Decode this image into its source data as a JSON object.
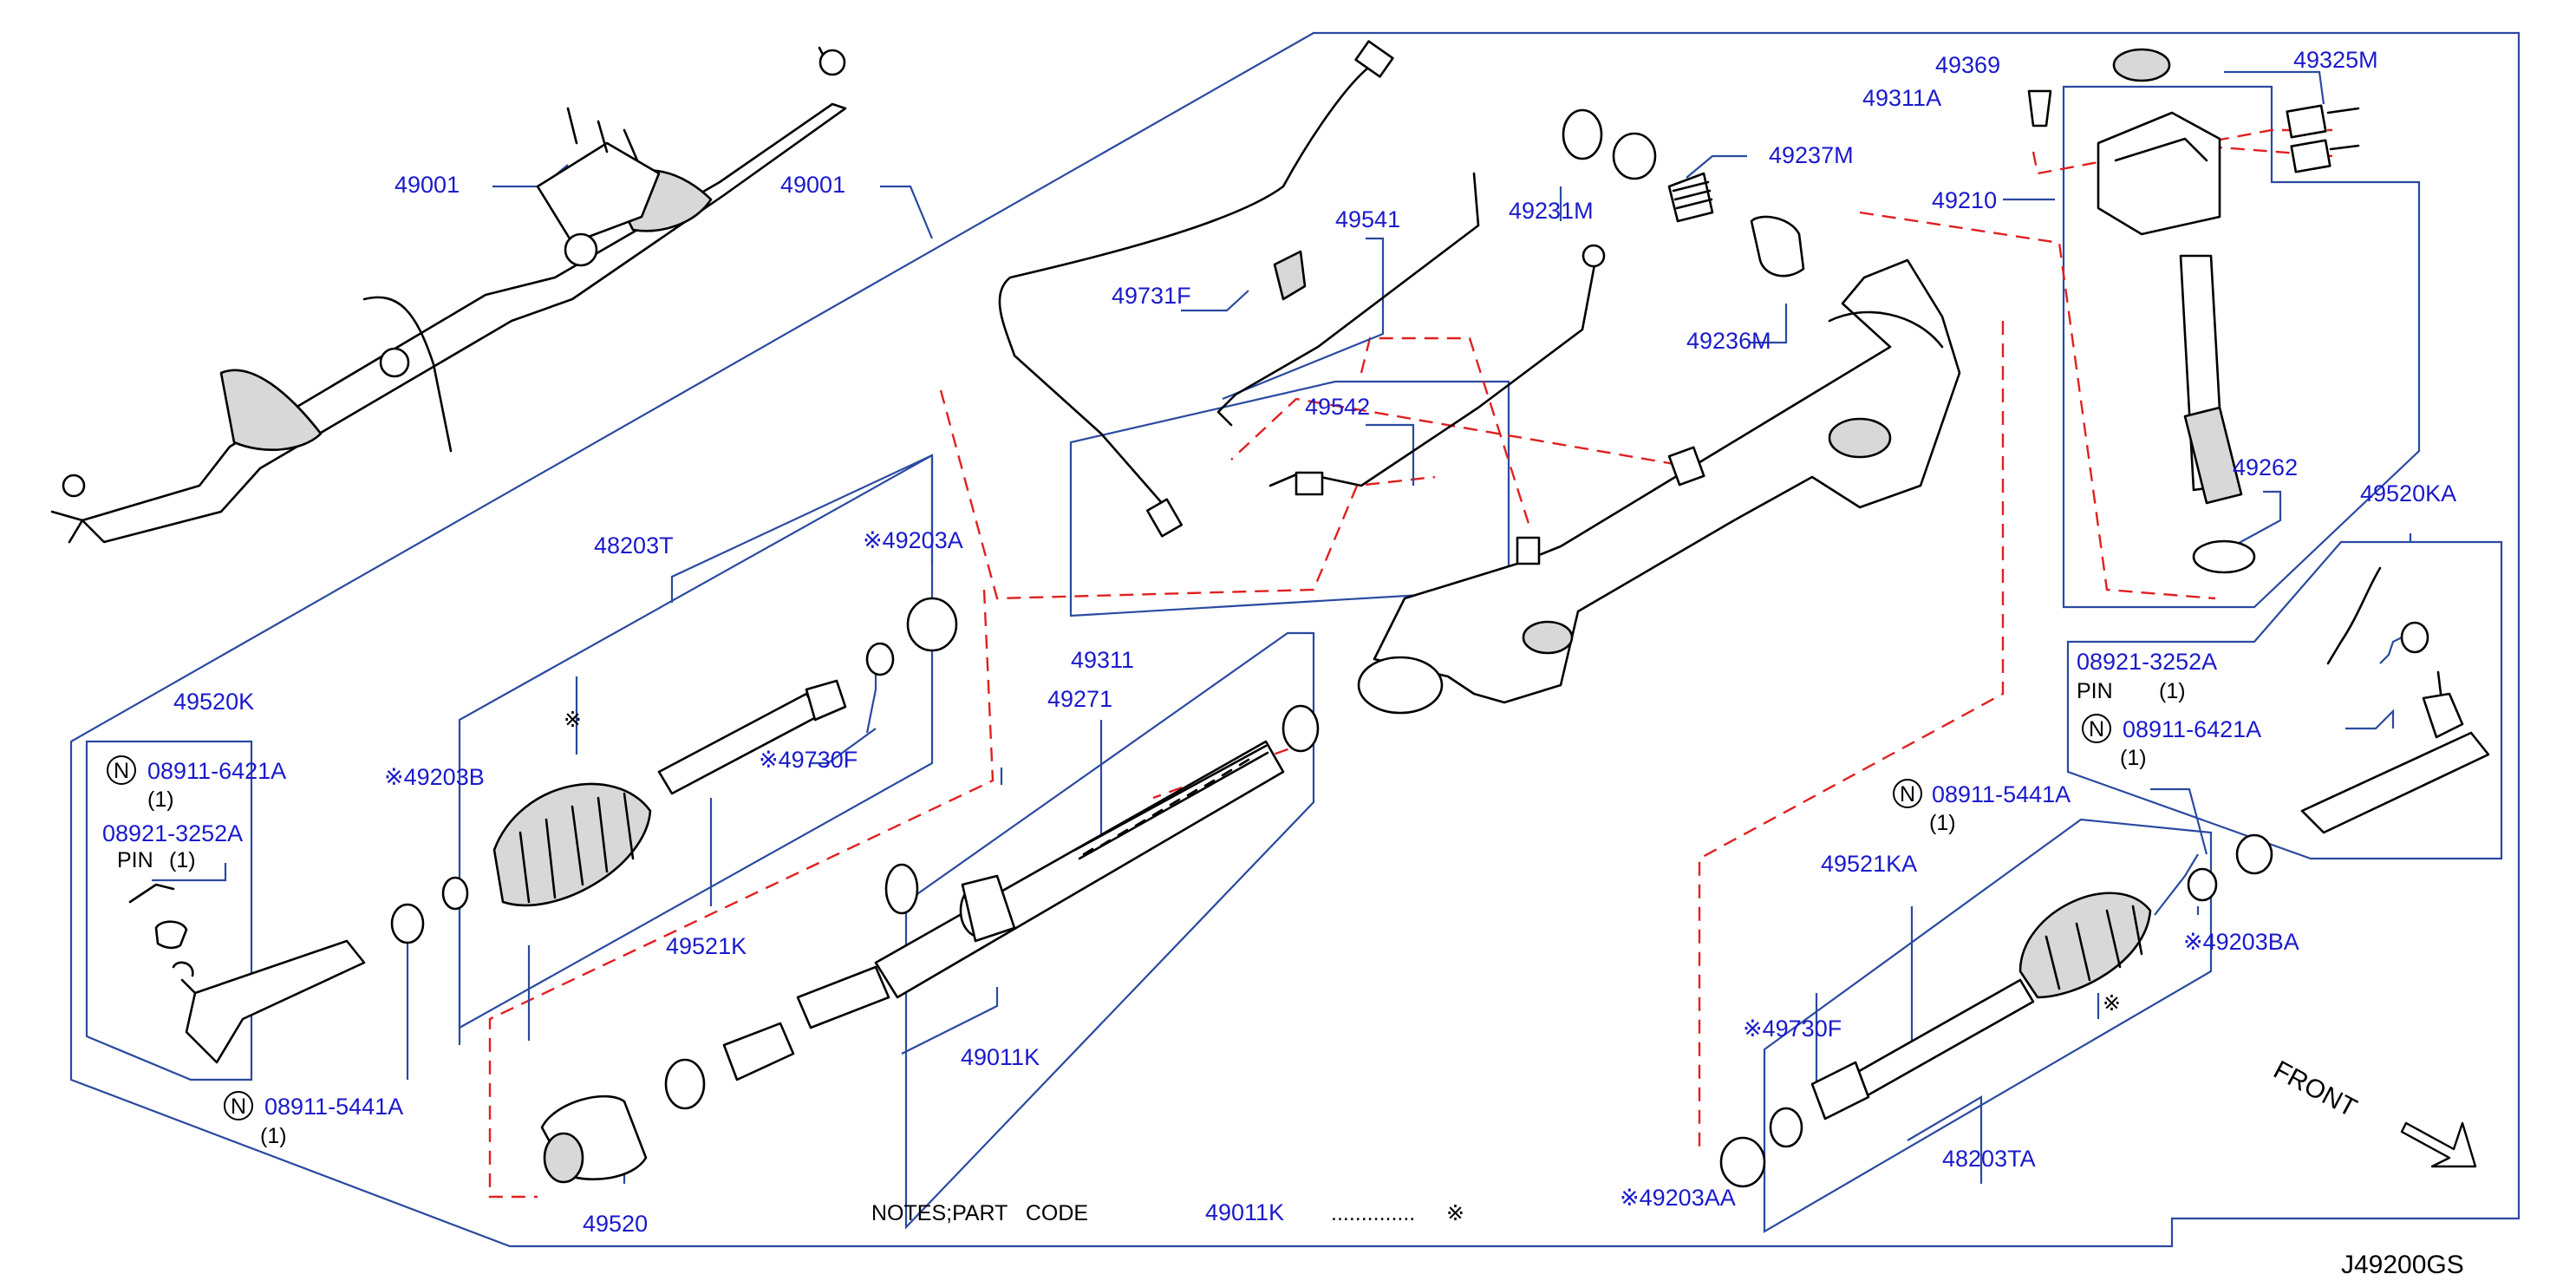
{
  "diagram_code": "J49200GS",
  "front_label": "FRONT",
  "notes": {
    "title": "NOTES;PART   CODE",
    "part": "49011K",
    "dots": "..............",
    "mark": "※"
  },
  "n_mark": "N",
  "labels": {
    "p49001_assembly": "49001",
    "p49001_kit": "49001",
    "p49731F": "49731F",
    "p49541": "49541",
    "p49542": "49542",
    "p49231M": "49231M",
    "p49237M": "49237M",
    "p49236M": "49236M",
    "p49369": "49369",
    "p49311A": "49311A",
    "p49325M": "49325M",
    "p49210": "49210",
    "p49262": "49262",
    "p49520KA": "49520KA",
    "p48203T": "48203T",
    "p49203A": "※49203A",
    "p49203B": "※49203B",
    "p49730F_left": "※49730F",
    "p49521K": "49521K",
    "p49311": "49311",
    "p49271": "49271",
    "p49011K": "49011K",
    "p49520": "49520",
    "p49520K": "49520K",
    "p08911_6421A_left": "08911-6421A",
    "p08911_6421A_left_qty": "(1)",
    "p08921_3252A_left": "08921-3252A",
    "p_pin_left": "PIN",
    "p_pin_left_qty": "(1)",
    "p08911_5441A_left": "08911-5441A",
    "p08911_5441A_left_qty": "(1)",
    "p08921_3252A_right": "08921-3252A",
    "p_pin_right": "PIN",
    "p_pin_right_qty": "(1)",
    "p08911_6421A_right": "08911-6421A",
    "p08911_6421A_right_qty": "(1)",
    "p08911_5441A_right": "08911-5441A",
    "p08911_5441A_right_qty": "(1)",
    "p49521KA": "49521KA",
    "p49730F_right": "※49730F",
    "p49203BA": "※49203BA",
    "p49203AA": "※49203AA",
    "p48203TA": "48203TA",
    "p_star_left_boot": "※",
    "p_star_right_boot": "※"
  }
}
